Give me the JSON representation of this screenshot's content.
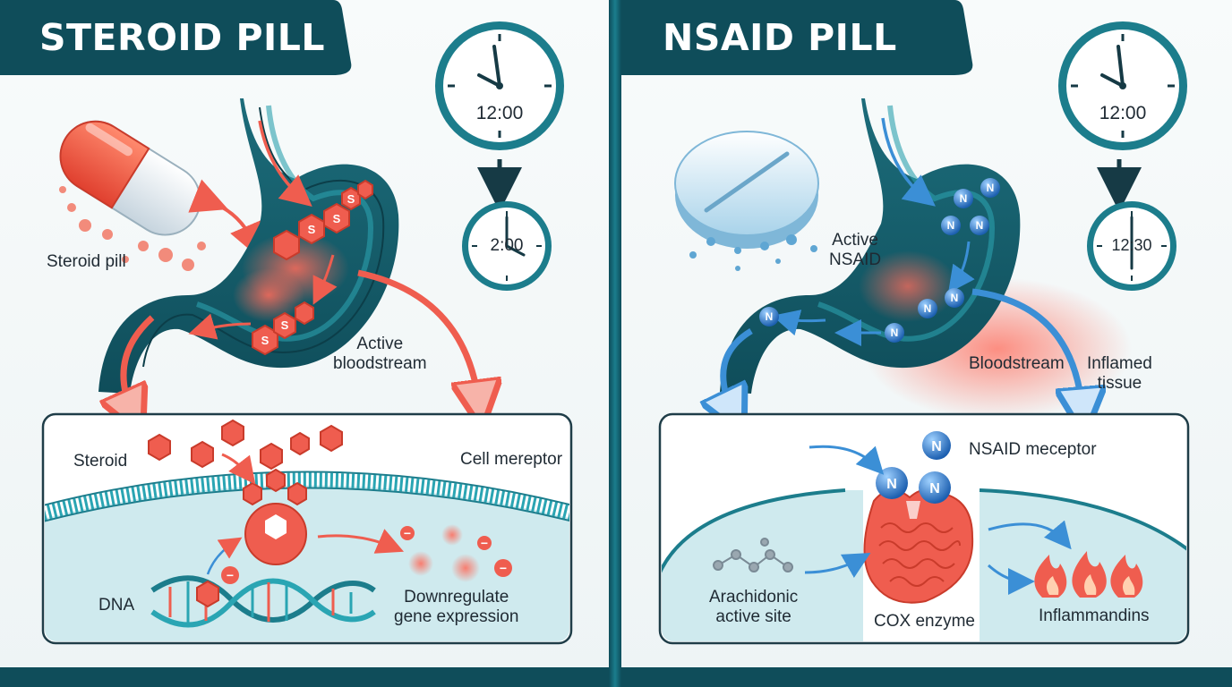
{
  "steroid_panel": {
    "title": "STEROID PILL",
    "clock_start": "12:00",
    "clock_end": "2:00",
    "pill_label": "Steroid pill",
    "bloodstream_label": "Active\nbloodstream",
    "steroid_label": "Steroid",
    "receptor_label": "Cell mereptor",
    "dna_label": "DNA",
    "downregulate_label": "Downregulate\ngene expression",
    "molecule_symbol": "S",
    "charge_symbol": "−"
  },
  "nsaid_panel": {
    "title": "NSAID PILL",
    "clock_start": "12:00",
    "clock_end": "12:30",
    "active_label": "Active\nNSAID",
    "bloodstream_label": "Bloodstream",
    "inflamed_label": "Inflamed\ntissue",
    "receptor_label": "NSAID meceptor",
    "arachidonic_label": "Arachidonic\nactive site",
    "cox_label": "COX enzyme",
    "inflam_label": "Inflammandins",
    "molecule_symbol": "N"
  },
  "colors": {
    "teal_dark": "#0f4d5a",
    "teal": "#1c7d8c",
    "coral": "#ef5d4f",
    "blue": "#3b8fd6",
    "cell_fill": "#cfeaee"
  },
  "icons": [
    "capsule-icon",
    "tablet-icon",
    "clock-icon",
    "stomach-icon",
    "dna-icon",
    "flame-icon",
    "enzyme-icon"
  ]
}
